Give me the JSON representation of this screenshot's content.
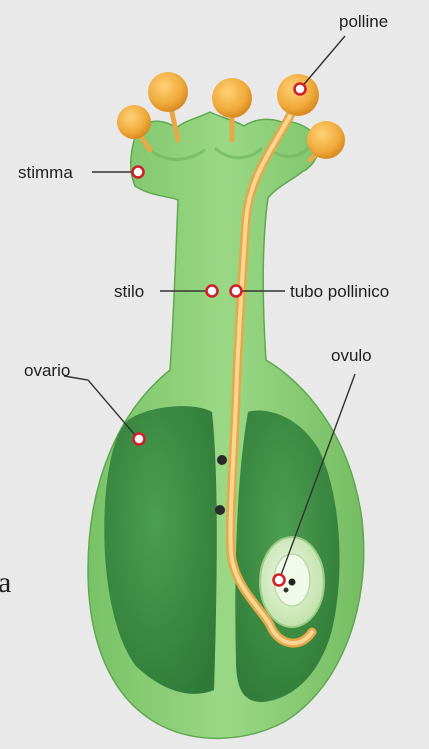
{
  "labels": {
    "polline": "polline",
    "stimma": "stimma",
    "stilo": "stilo",
    "tubo_pollinico": "tubo pollinico",
    "ovario": "ovario",
    "ovulo": "ovulo"
  },
  "stray_glyph": "a",
  "colors": {
    "background": "#e9e9ea",
    "pistil_green": "#8fd07a",
    "cavity_green": "#3f8f45",
    "pollen_orange": "#f0a93a",
    "pollen_tube": "#f2c878",
    "ovule": "#d9efc8",
    "marker_ring": "#d0202a"
  }
}
